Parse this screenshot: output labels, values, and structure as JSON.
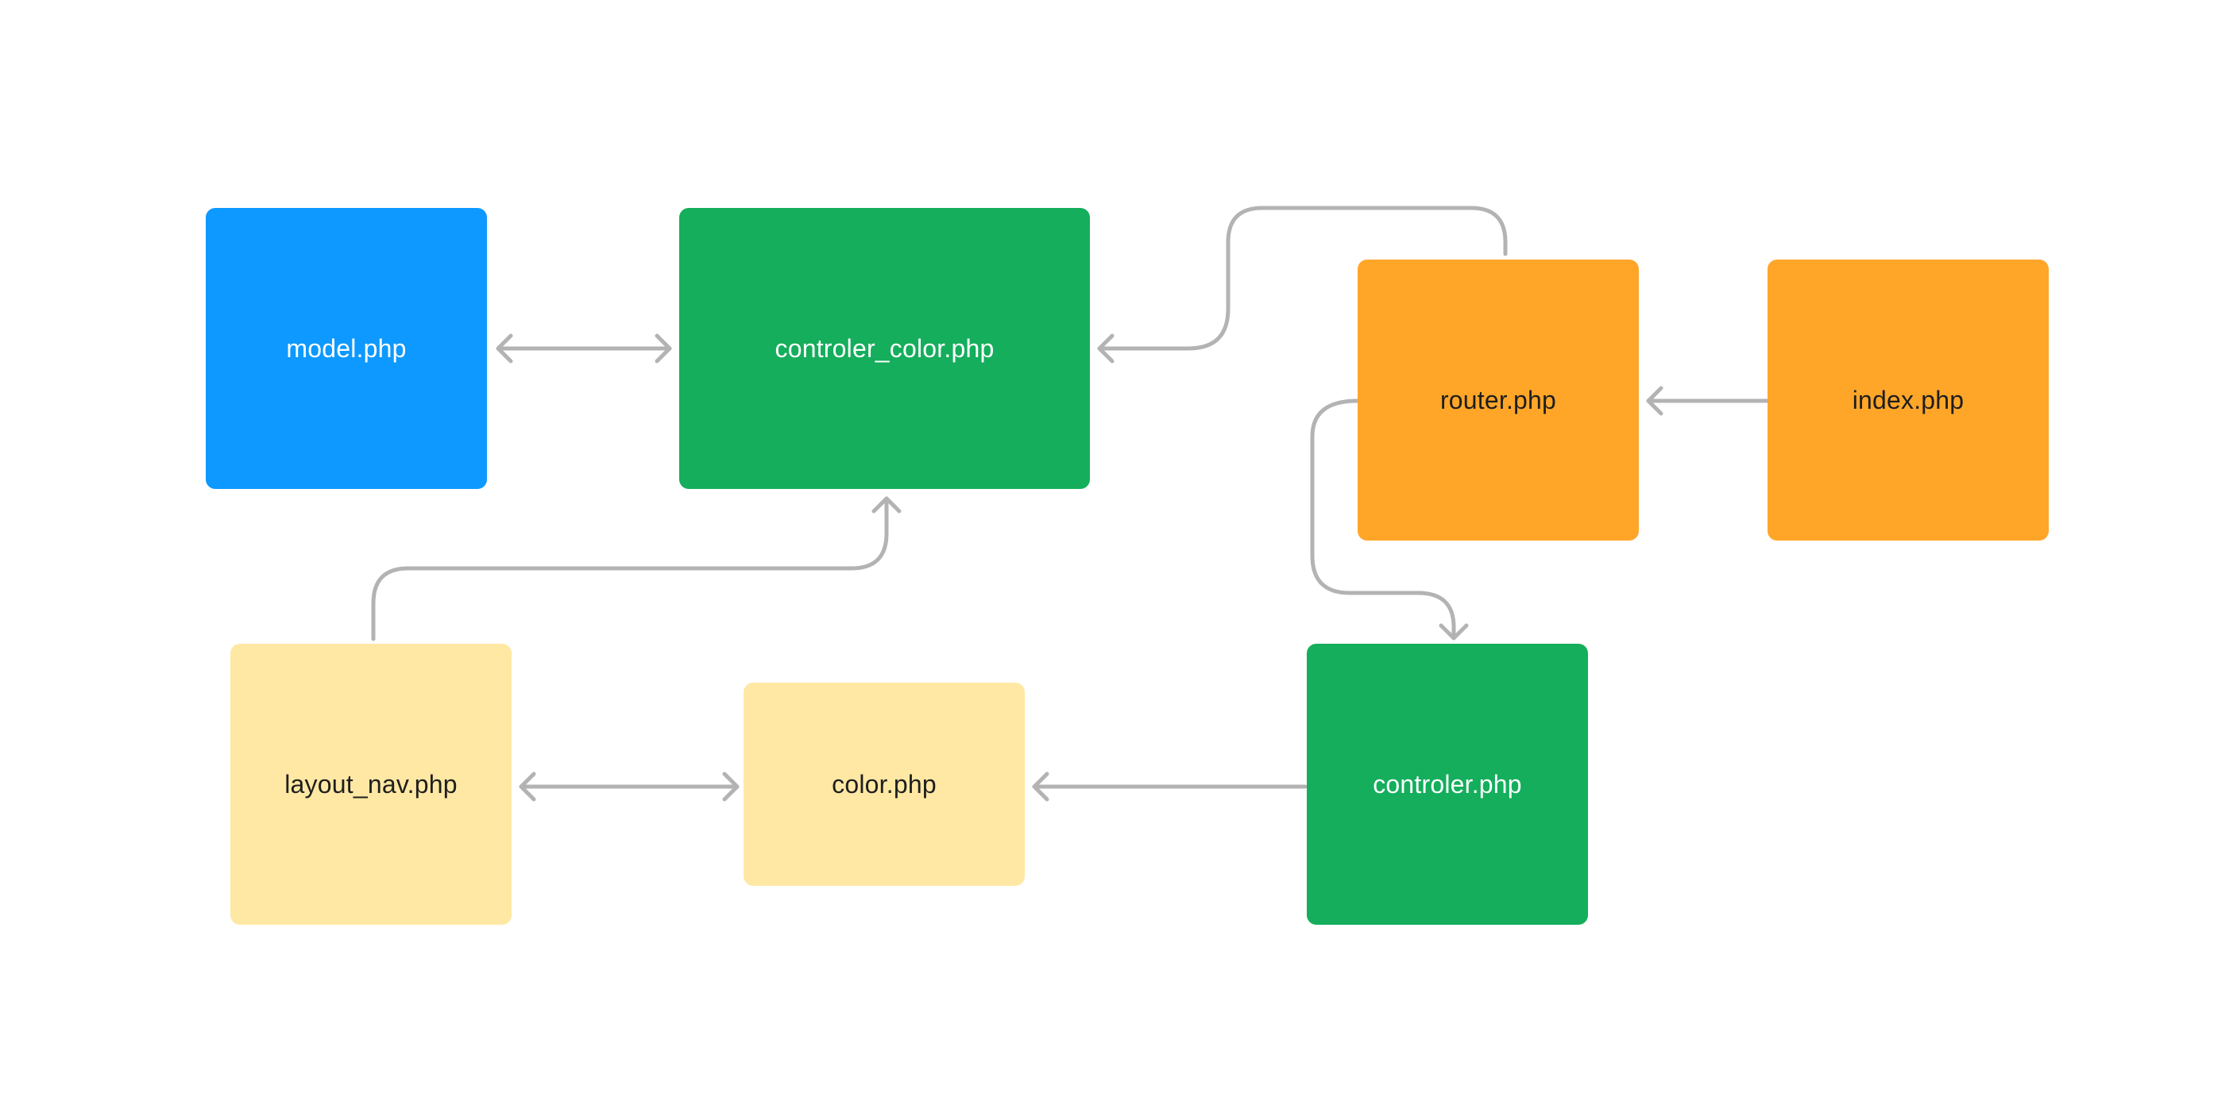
{
  "colors": {
    "background": "#ffffff",
    "connector": "#b3b3b3",
    "blue": "#0d99ff",
    "green": "#14ae5c",
    "orange": "#ffa629",
    "pale_yellow": "#ffe8a3",
    "text_light": "#ffffff",
    "text_dark": "#1e1e1e"
  },
  "nodes": {
    "model": {
      "label": "model.php",
      "fill": "#0d99ff",
      "text_color": "#ffffff"
    },
    "controler_color": {
      "label": "controler_color.php",
      "fill": "#14ae5c",
      "text_color": "#ffffff"
    },
    "router": {
      "label": "router.php",
      "fill": "#ffa629",
      "text_color": "#1e1e1e"
    },
    "index": {
      "label": "index.php",
      "fill": "#ffa629",
      "text_color": "#1e1e1e"
    },
    "layout_nav": {
      "label": "layout_nav.php",
      "fill": "#ffe8a3",
      "text_color": "#1e1e1e"
    },
    "color": {
      "label": "color.php",
      "fill": "#ffe8a3",
      "text_color": "#1e1e1e"
    },
    "controler": {
      "label": "controler.php",
      "fill": "#14ae5c",
      "text_color": "#ffffff"
    }
  },
  "edges": [
    {
      "from": "model",
      "to": "controler_color",
      "direction": "both"
    },
    {
      "from": "router",
      "to": "controler_color",
      "direction": "forward"
    },
    {
      "from": "index",
      "to": "router",
      "direction": "forward"
    },
    {
      "from": "router",
      "to": "controler",
      "direction": "forward"
    },
    {
      "from": "layout_nav",
      "to": "controler_color",
      "direction": "forward"
    },
    {
      "from": "layout_nav",
      "to": "color",
      "direction": "both"
    },
    {
      "from": "controler",
      "to": "color",
      "direction": "forward"
    }
  ]
}
